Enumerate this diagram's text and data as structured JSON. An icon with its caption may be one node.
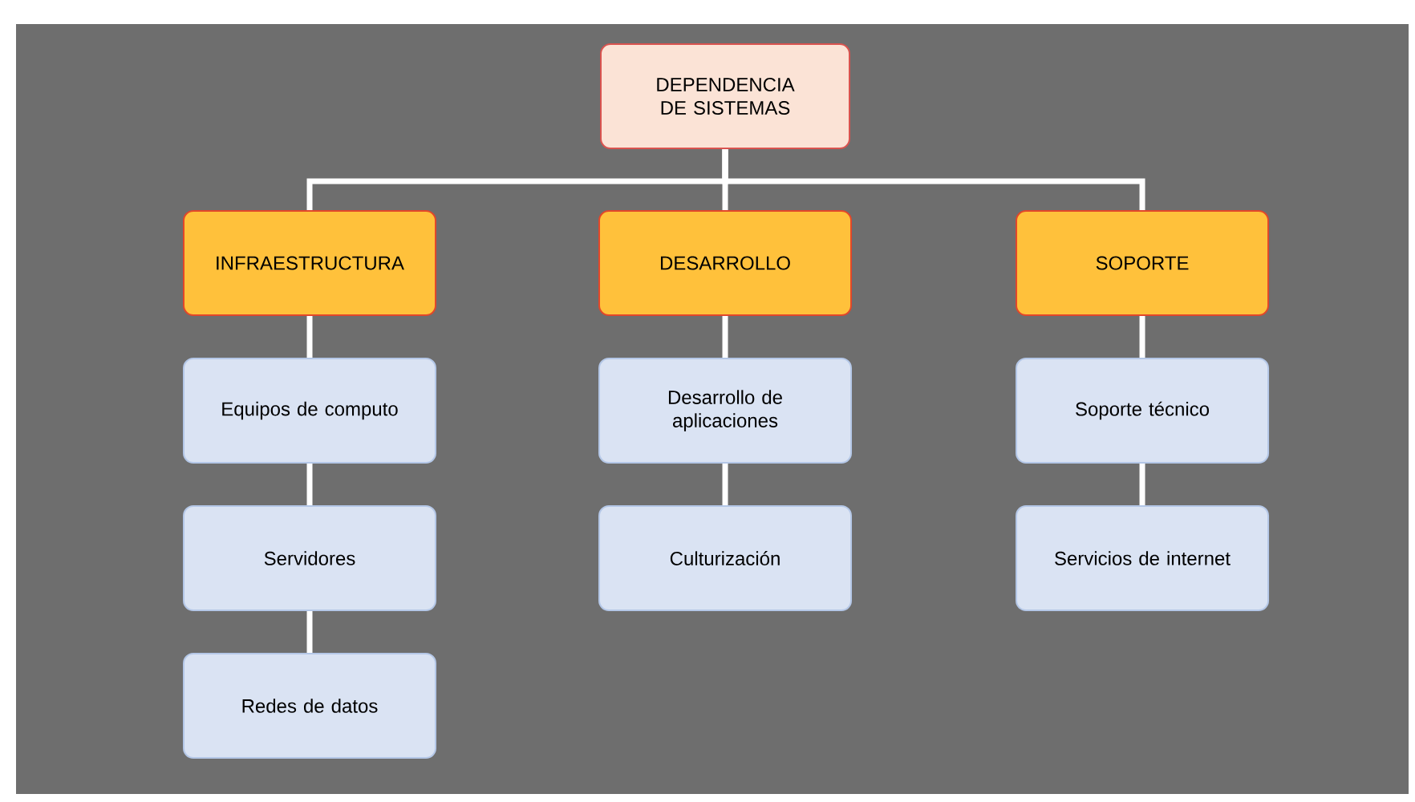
{
  "diagram": {
    "nodes": [
      {
        "text": [
          "DEPENDENCIA DE SISTEMAS"
        ]
      },
      {
        "text": [
          "INFRAESTRUCTURA"
        ]
      },
      {
        "text": [
          "DESARROLLO"
        ]
      },
      {
        "text": [
          "SOPORTE"
        ]
      },
      {
        "text": [
          "Equipos de computo"
        ]
      },
      {
        "text": [
          "Servidores"
        ]
      },
      {
        "text": [
          "Redes de datos"
        ]
      },
      {
        "text": [
          "Desarrollo de aplicaciones"
        ]
      },
      {
        "text": [
          "Culturización"
        ]
      },
      {
        "text": [
          "Soporte técnico"
        ]
      },
      {
        "text": [
          "Servicios de internet"
        ]
      }
    ],
    "edges": [
      {
        "from": 0,
        "to": 1,
        "arrow": "none"
      },
      {
        "from": 0,
        "to": 2,
        "arrow": "none"
      },
      {
        "from": 0,
        "to": 3,
        "arrow": "none"
      },
      {
        "from": 1,
        "to": 4,
        "arrow": "none"
      },
      {
        "from": 4,
        "to": 5,
        "arrow": "none"
      },
      {
        "from": 5,
        "to": 6,
        "arrow": "none"
      },
      {
        "from": 2,
        "to": 7,
        "arrow": "none"
      },
      {
        "from": 7,
        "to": 8,
        "arrow": "none"
      },
      {
        "from": 3,
        "to": 9,
        "arrow": "none"
      },
      {
        "from": 9,
        "to": 10,
        "arrow": "none"
      }
    ]
  }
}
